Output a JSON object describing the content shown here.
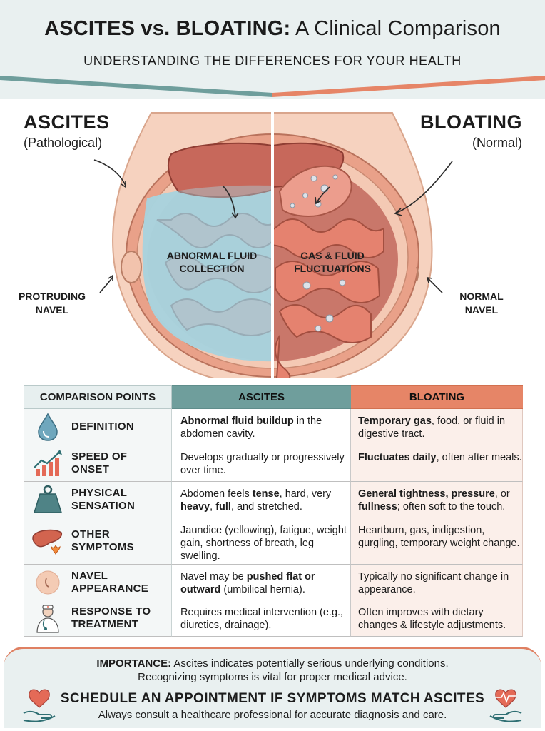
{
  "header": {
    "title_bold": "ASCITES vs. BLOATING:",
    "title_rest": "A Clinical Comparison",
    "subtitle": "UNDERSTANDING THE DIFFERENCES FOR YOUR HEALTH"
  },
  "illustration": {
    "left_title": "ASCITES",
    "left_subtitle": "(Pathological)",
    "right_title": "BLOATING",
    "right_subtitle": "(Normal)",
    "left_center_label_1": "ABNORMAL FLUID",
    "left_center_label_2": "COLLECTION",
    "right_center_label_1": "GAS & FLUID",
    "right_center_label_2": "FLUCTUATIONS",
    "left_navel_1": "PROTRUDING",
    "left_navel_2": "NAVEL",
    "right_navel_1": "NORMAL",
    "right_navel_2": "NAVEL"
  },
  "table": {
    "headers": [
      "COMPARISON POINTS",
      "ASCITES",
      "BLOATING"
    ],
    "rows": [
      {
        "icon": "water-drop-icon",
        "label": [
          "DEFINITION"
        ],
        "ascites": [
          [
            "Abnormal fluid buildup",
            true
          ],
          [
            " in the abdomen cavity.",
            false
          ]
        ],
        "bloating": [
          [
            "Temporary gas",
            true
          ],
          [
            ", food, or fluid in digestive tract.",
            false
          ]
        ]
      },
      {
        "icon": "rising-chart-icon",
        "label": [
          "SPEED OF",
          "ONSET"
        ],
        "ascites": [
          [
            "Develops gradually or progressively over time.",
            false
          ]
        ],
        "bloating": [
          [
            "Fluctuates daily",
            true
          ],
          [
            ", often after meals.",
            false
          ]
        ]
      },
      {
        "icon": "weight-icon",
        "label": [
          "PHYSICAL",
          "SENSATION"
        ],
        "ascites": [
          [
            "Abdomen feels ",
            false
          ],
          [
            "tense",
            true
          ],
          [
            ", hard, very ",
            false
          ],
          [
            "heavy",
            true
          ],
          [
            ", ",
            false
          ],
          [
            "full",
            true
          ],
          [
            ", and stretched.",
            false
          ]
        ],
        "bloating": [
          [
            "General tightness, pressure",
            true
          ],
          [
            ", or ",
            false
          ],
          [
            "fullness",
            true
          ],
          [
            "; often soft to the touch.",
            false
          ]
        ]
      },
      {
        "icon": "liver-icon",
        "label": [
          "OTHER",
          "SYMPTOMS"
        ],
        "ascites": [
          [
            "Jaundice (yellowing), fatigue, weight gain, shortness of breath, leg swelling.",
            false
          ]
        ],
        "bloating": [
          [
            "Heartburn, gas, indigestion, gurgling, temporary weight change.",
            false
          ]
        ]
      },
      {
        "icon": "navel-icon",
        "label": [
          "NAVEL",
          "APPEARANCE"
        ],
        "ascites": [
          [
            "Navel may be ",
            false
          ],
          [
            "pushed flat or outward",
            true
          ],
          [
            " (umbilical hernia).",
            false
          ]
        ],
        "bloating": [
          [
            "Typically no significant change in appearance.",
            false
          ]
        ]
      },
      {
        "icon": "doctor-icon",
        "label": [
          "RESPONSE TO",
          "TREATMENT"
        ],
        "ascites": [
          [
            "Requires medical intervention (e.g., diuretics, drainage).",
            false
          ]
        ],
        "bloating": [
          [
            "Often improves with dietary changes & lifestyle adjustments.",
            false
          ]
        ]
      }
    ]
  },
  "footer": {
    "importance_label": "IMPORTANCE:",
    "importance_line1": " Ascites indicates potentially serious underlying conditions.",
    "importance_line2": "Recognizing symptoms is vital for proper medical advice.",
    "cta": "SCHEDULE AN APPOINTMENT IF SYMPTOMS MATCH ASCITES",
    "cta_sub": "Always consult a healthcare professional for accurate diagnosis and care."
  },
  "colors": {
    "teal": "#6f9e9c",
    "coral": "#e68567",
    "header_bg": "#e9f0f0"
  }
}
